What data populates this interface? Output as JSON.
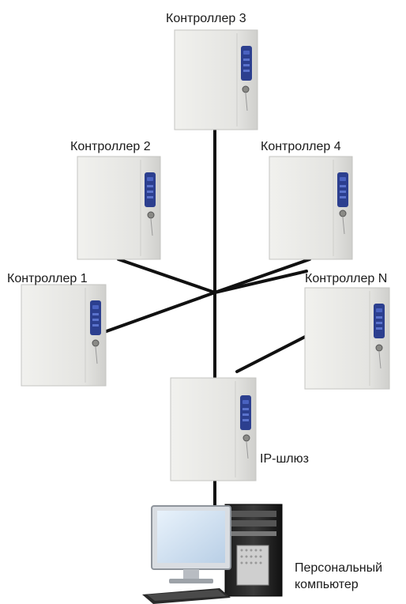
{
  "nodes": {
    "controller_3": "Контроллер 3",
    "controller_2": "Контроллер 2",
    "controller_4": "Контроллер 4",
    "controller_1": "Контроллер 1",
    "controller_n": "Контроллер N",
    "gateway": "IP-шлюз",
    "pc_line1": "Персональный",
    "pc_line2": "компьютер"
  },
  "colors": {
    "line": "#111111",
    "box_body": "#e9e9e6",
    "box_shade": "#d5d5d2",
    "keypad": "#2c3f8f",
    "background": "#ffffff"
  }
}
